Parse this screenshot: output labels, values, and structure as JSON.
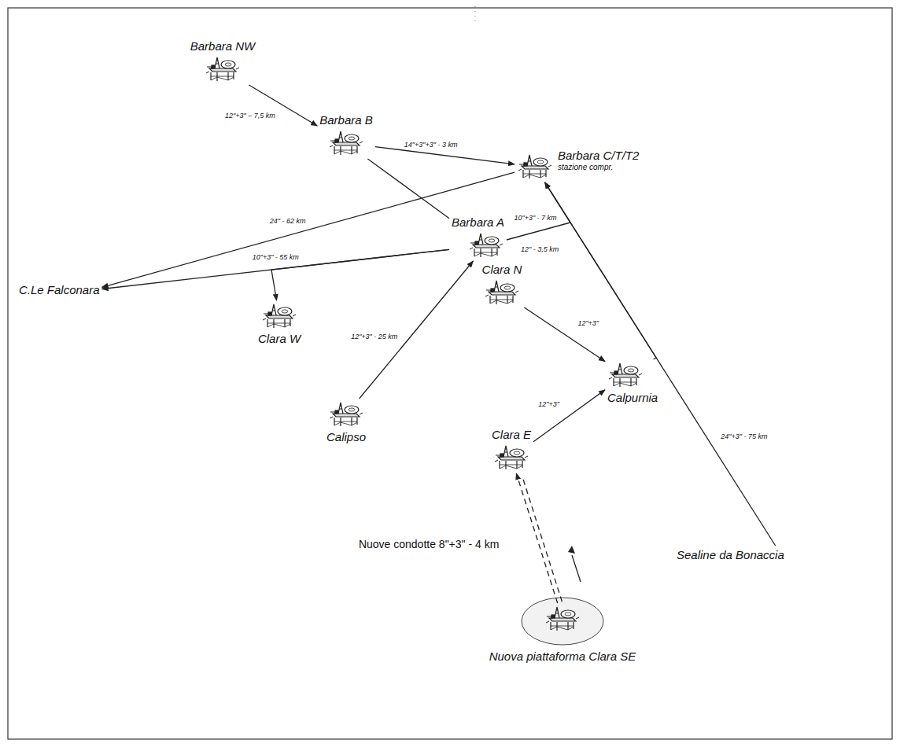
{
  "diagram": {
    "nodes": [
      {
        "text": [
          "Barbara NW"
        ]
      },
      {
        "text": [
          "Barbara B"
        ]
      },
      {
        "text": [
          "Barbara C/T/T2",
          "stazione compr."
        ]
      },
      {
        "text": [
          "Barbara A"
        ]
      },
      {
        "text": [
          "C.Le Falconara"
        ]
      },
      {
        "text": [
          "Clara W"
        ]
      },
      {
        "text": [
          "Calipso"
        ]
      },
      {
        "text": [
          "Clara N"
        ]
      },
      {
        "text": [
          "Calpurnia"
        ]
      },
      {
        "text": [
          "Clara E"
        ]
      },
      {
        "text": [
          "Nuova piattaforma Clara SE"
        ]
      },
      {
        "text": [
          "Sealine da Bonaccia"
        ]
      }
    ],
    "edges": [
      {
        "from": 0,
        "to": 1,
        "arrow": "to",
        "label": "12\"+3\" – 7,5 km"
      },
      {
        "from": 1,
        "to": 2,
        "arrow": "to",
        "label": "14\"+3\"+3\" - 3 km"
      },
      {
        "from": 1,
        "to": 3,
        "arrow": "none"
      },
      {
        "from": 2,
        "to": 4,
        "arrow": "to",
        "label": "24\" - 62 km"
      },
      {
        "from": 3,
        "to": 4,
        "arrow": "to",
        "label": "10\"+3\" - 55 km"
      },
      {
        "from": 3,
        "to": 5,
        "arrow": "to"
      },
      {
        "from": 3,
        "to": 2,
        "arrow": "to",
        "label": "10\"+3\" - 7 km"
      },
      {
        "from": 6,
        "to": 3,
        "arrow": "to",
        "label": "12\"+3\" - 25 km"
      },
      {
        "from": 7,
        "to": 8,
        "arrow": "to",
        "label": "12\"+3\""
      },
      {
        "from": 9,
        "to": 8,
        "arrow": "to",
        "label": "12\"+3\""
      },
      {
        "from": 11,
        "to": 2,
        "arrow": "to",
        "label": "24\"+3\" - 75 km"
      },
      {
        "from": 8,
        "to": 2,
        "arrow": "to"
      },
      {
        "from": 10,
        "to": 9,
        "arrow": "to",
        "label": "Nuove condotte 8\"+3\" - 4 km"
      }
    ],
    "labels": [
      "12\" - 3,5 km"
    ]
  }
}
